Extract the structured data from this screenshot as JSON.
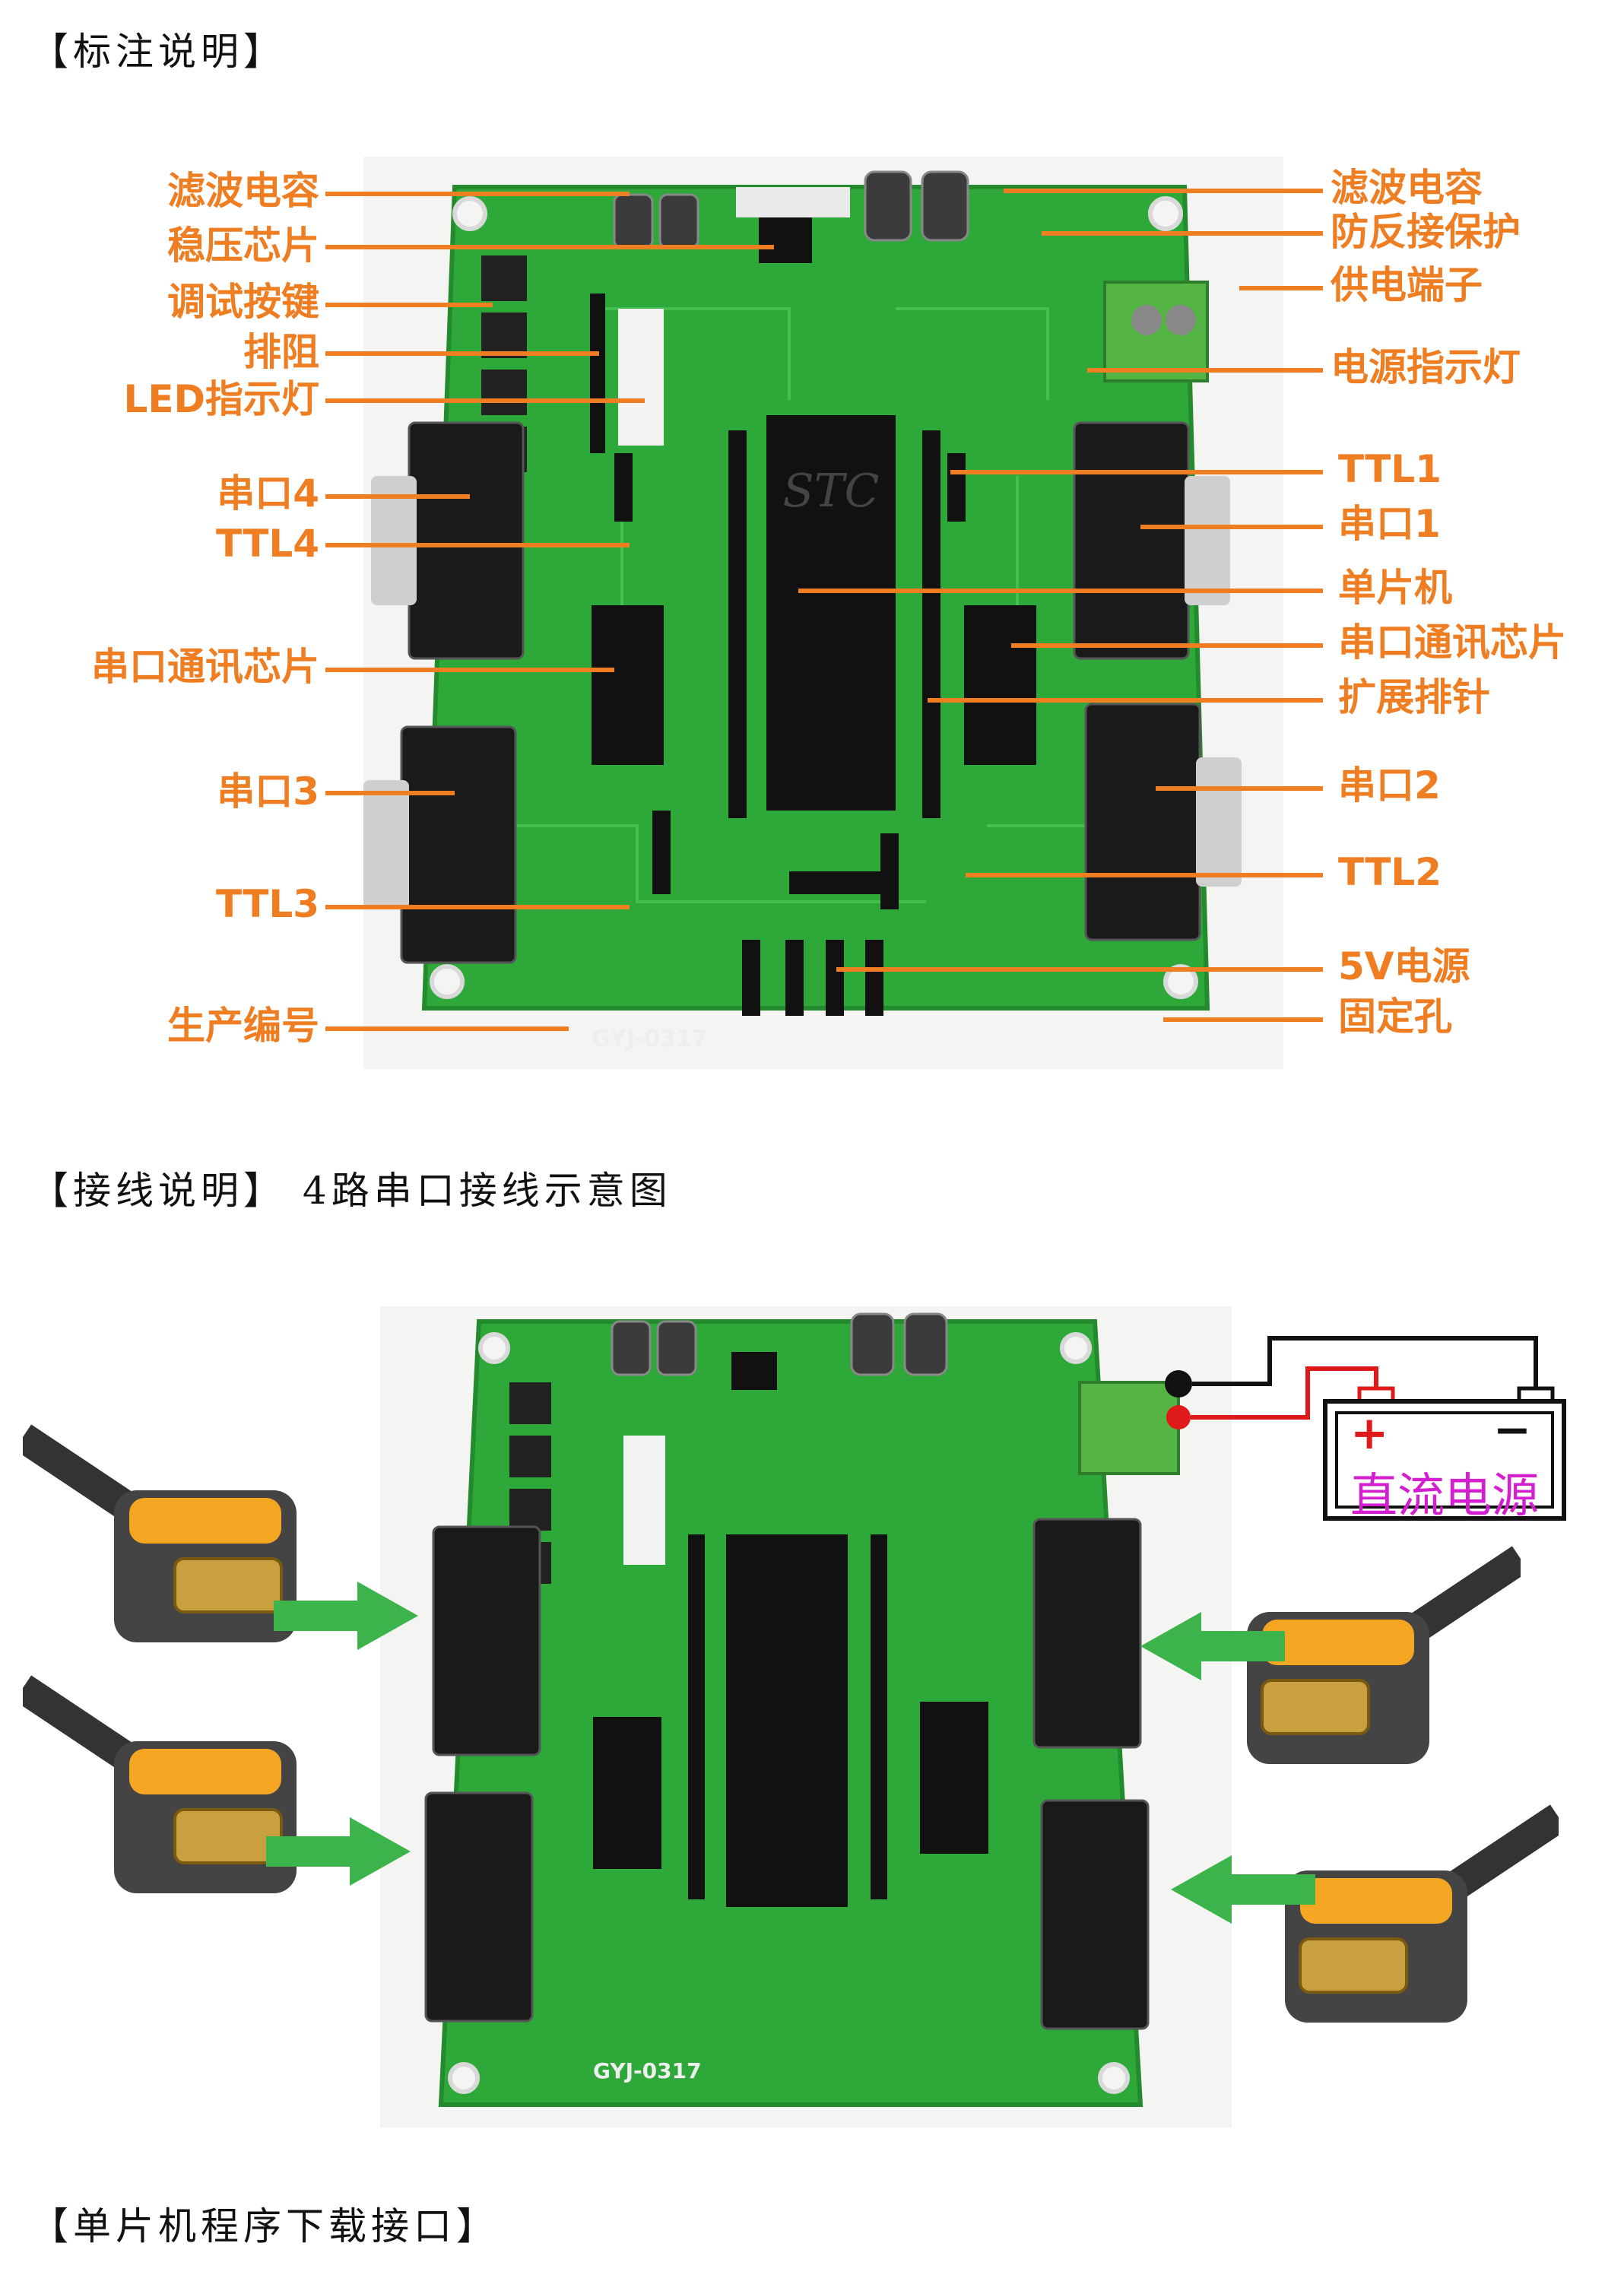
{
  "headings": {
    "annotation": "【标注说明】",
    "wiring": "【接线说明】 4路串口接线示意图",
    "download": "【单片机程序下载接口】"
  },
  "callouts_left": [
    "滤波电容",
    "稳压芯片",
    "调试按键",
    "排阻",
    "LED指示灯",
    "串口4",
    "TTL4",
    "串口通讯芯片",
    "串口3",
    "TTL3",
    "生产编号"
  ],
  "callouts_right": [
    "滤波电容",
    "防反接保护",
    "供电端子",
    "电源指示灯",
    "TTL1",
    "串口1",
    "单片机",
    "串口通讯芯片",
    "扩展排针",
    "串口2",
    "TTL2",
    "5V电源",
    "固定孔"
  ],
  "board": {
    "serial_number": "GYJ-0317",
    "chip_brand": "STC",
    "port_labels": [
      "串口1",
      "串口2",
      "串口3",
      "串口4"
    ]
  },
  "wiring": {
    "power_label": "直流电源",
    "plus": "+",
    "minus": "−"
  },
  "colors": {
    "callout": "#ef7d22",
    "pcb": "#2fa83a",
    "arrow": "#3cb44b",
    "power_label": "#d41fd0",
    "wire_red": "#e01a1a"
  },
  "icons": [
    "pcb-board-photo",
    "db9-cable-icon",
    "green-arrow-icon",
    "dc-power-supply-icon"
  ]
}
